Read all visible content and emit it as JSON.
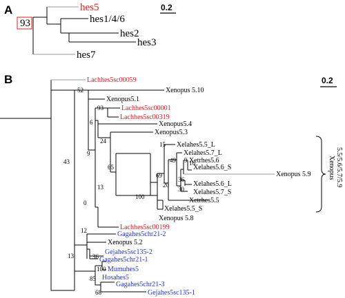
{
  "panel_a": {
    "letter": "A",
    "scale_label": "0.2",
    "boxed_bootstrap": "93",
    "taxa": {
      "hes5": "hes5",
      "hes146": "hes1/4/6",
      "hes2": "hes2",
      "hes3": "hes3",
      "hes7": "hes7"
    }
  },
  "panel_b": {
    "letter": "B",
    "scale_label": "0.2",
    "taxa": {
      "lach59": "Lachhes5sc00059",
      "xen510": "Xenopus 5.10",
      "xen51": "Xenopus5.1",
      "lach01": "Lachhes5sc00001",
      "lach319": "Lachhes5sc00319",
      "xen54": "Xenopus5.4",
      "xen53": "Xenopus5.3",
      "x55L": "Xelahes5.5_L",
      "x57L": "Xelahes5.7_L",
      "xtr56": "Xetrhes5.6",
      "x56S": "Xelahes5.6_S",
      "xen59": "Xenopus 5.9",
      "x56L": "Xelahes5.6_L",
      "x57S": "Xelahes5.7_S",
      "xtr55": "Xetrhes5.5",
      "x55S": "Xelahes5.5_S",
      "xen58": "Xenopus 5.8",
      "lach199": "Lachhes5sc00199",
      "ga212": "Gagahes5chr21-2",
      "xen52": "Xenopus 5.2",
      "ge1352": "Gejahes5sc135-2",
      "ga211": "Gagahes5chr21-1",
      "mu": "Mumuhes5",
      "ho": "Hosahes5",
      "ga213": "Gagahes5chr21-3",
      "ge1351": "Gejahes5sc135-1"
    },
    "group_label_1": "Xenopus",
    "group_label_2": "5.5/5.6/5.7/5.9",
    "bootstrap": {
      "b52": "52",
      "b93": "93",
      "b6": "6",
      "b24": "24",
      "b15": "15",
      "b49": "49",
      "b9a": "9",
      "b16": "16",
      "b36": "36",
      "b30": "30",
      "b69": "69",
      "b20": "20",
      "b65": "65",
      "b100a": "100",
      "b9b": "9",
      "b13a": "13",
      "b0": "0",
      "b12": "12",
      "b36b": "36",
      "b100b": "100",
      "b85": "85",
      "b68": "68",
      "b43": "43",
      "b13b": "13"
    }
  },
  "colors": {
    "lachimeria": "#e8191f",
    "amniote": "#2136c8",
    "default": "#000000",
    "faint": "#999999"
  }
}
